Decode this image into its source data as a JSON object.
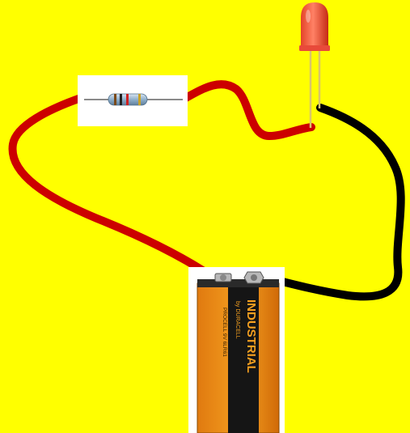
{
  "diagram": {
    "background_color": "#FFFF00",
    "components": {
      "resistor": {
        "name": "resistor",
        "icon": "resistor-icon"
      },
      "led": {
        "name": "LED",
        "color": "red",
        "icon": "led-icon"
      },
      "battery": {
        "name": "9V battery",
        "icon": "battery-icon",
        "brand_text": "INDUSTRIAL",
        "sub_text": "by DURACELL",
        "side_text": "PROCELL 9V 6LR61"
      }
    },
    "wires": {
      "positive_color": "#CC0000",
      "negative_color": "#000000"
    }
  }
}
